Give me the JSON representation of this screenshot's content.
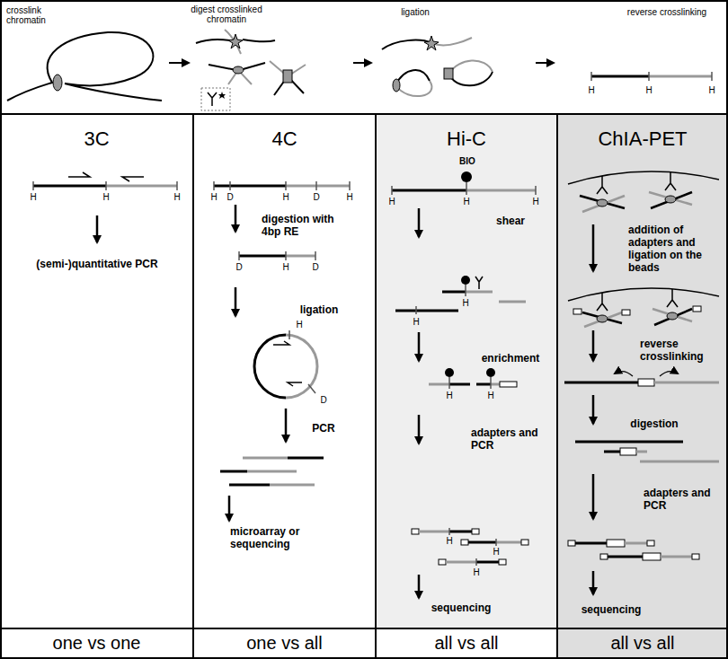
{
  "diagram": {
    "nodes": [
      {
        "text": [
          "3C"
        ]
      },
      {
        "text": [
          "4C"
        ]
      },
      {
        "text": [
          "Hi-C"
        ]
      },
      {
        "text": [
          "ChIA-PET"
        ]
      },
      {
        "text": [
          "one vs one"
        ]
      },
      {
        "text": [
          "one vs all"
        ]
      },
      {
        "text": [
          "all vs all"
        ]
      },
      {
        "text": [
          "all vs all"
        ]
      }
    ],
    "labels": [
      "crosslink chromatin",
      "digest crosslinked chromatin",
      "ligation",
      "reverse crosslinking",
      "H",
      "H",
      "H",
      "H",
      "H",
      "H",
      "(semi-)quantitative PCR",
      "H",
      "D",
      "H",
      "D",
      "H",
      "digestion with 4bp RE",
      "D",
      "H",
      "D",
      "ligation",
      "H",
      "D",
      "PCR",
      "microarray or sequencing",
      "BIO",
      "H",
      "H",
      "H",
      "shear",
      "H",
      "H",
      "enrichment",
      "H",
      "H",
      "adapters and PCR",
      "H",
      "H",
      "H",
      "sequencing",
      "addition of adapters and ligation on the beads",
      "reverse crosslinking",
      "digestion",
      "adapters and PCR",
      "sequencing"
    ]
  }
}
